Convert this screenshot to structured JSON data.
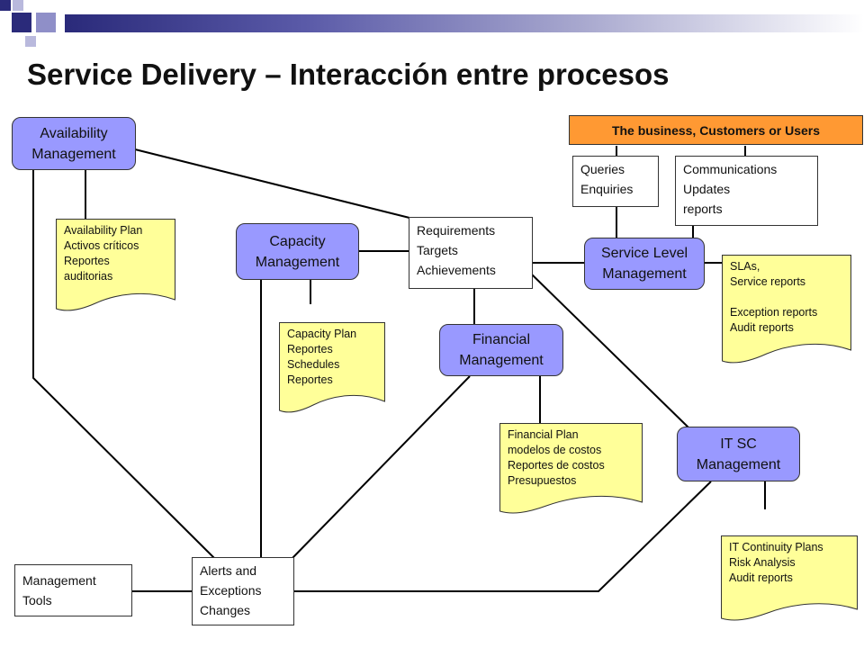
{
  "title": "Service Delivery – Interacción entre procesos",
  "colors": {
    "process_fill": "#9999ff",
    "document_fill": "#ffff99",
    "business_fill": "#ff9933",
    "accent_bar": "#2a2a7a"
  },
  "processes": {
    "availability": "Availability\nManagement",
    "capacity": "Capacity\nManagement",
    "financial": "Financial\nManagement",
    "service_level": "Service Level\nManagement",
    "itsc": "IT SC\nManagement"
  },
  "boxes": {
    "business": "The business, Customers or Users",
    "queries": "Queries\nEnquiries",
    "communications": "Communications\nUpdates\nreports",
    "requirements": "Requirements\nTargets\nAchievements",
    "management_tools": "Management\nTools",
    "alerts": "Alerts and\nExceptions\nChanges"
  },
  "documents": {
    "availability_plan": "Availability Plan\nActivos críticos\nReportes\nauditorias",
    "capacity_plan": "Capacity Plan\nReportes\nSchedules\nReportes",
    "financial_plan": "Financial Plan\nmodelos de costos\nReportes de costos\nPresupuestos",
    "slas": "SLAs,\nService reports\n\nException reports\nAudit reports",
    "itc_plans": "IT Continuity Plans\nRisk Analysis\nAudit reports"
  }
}
